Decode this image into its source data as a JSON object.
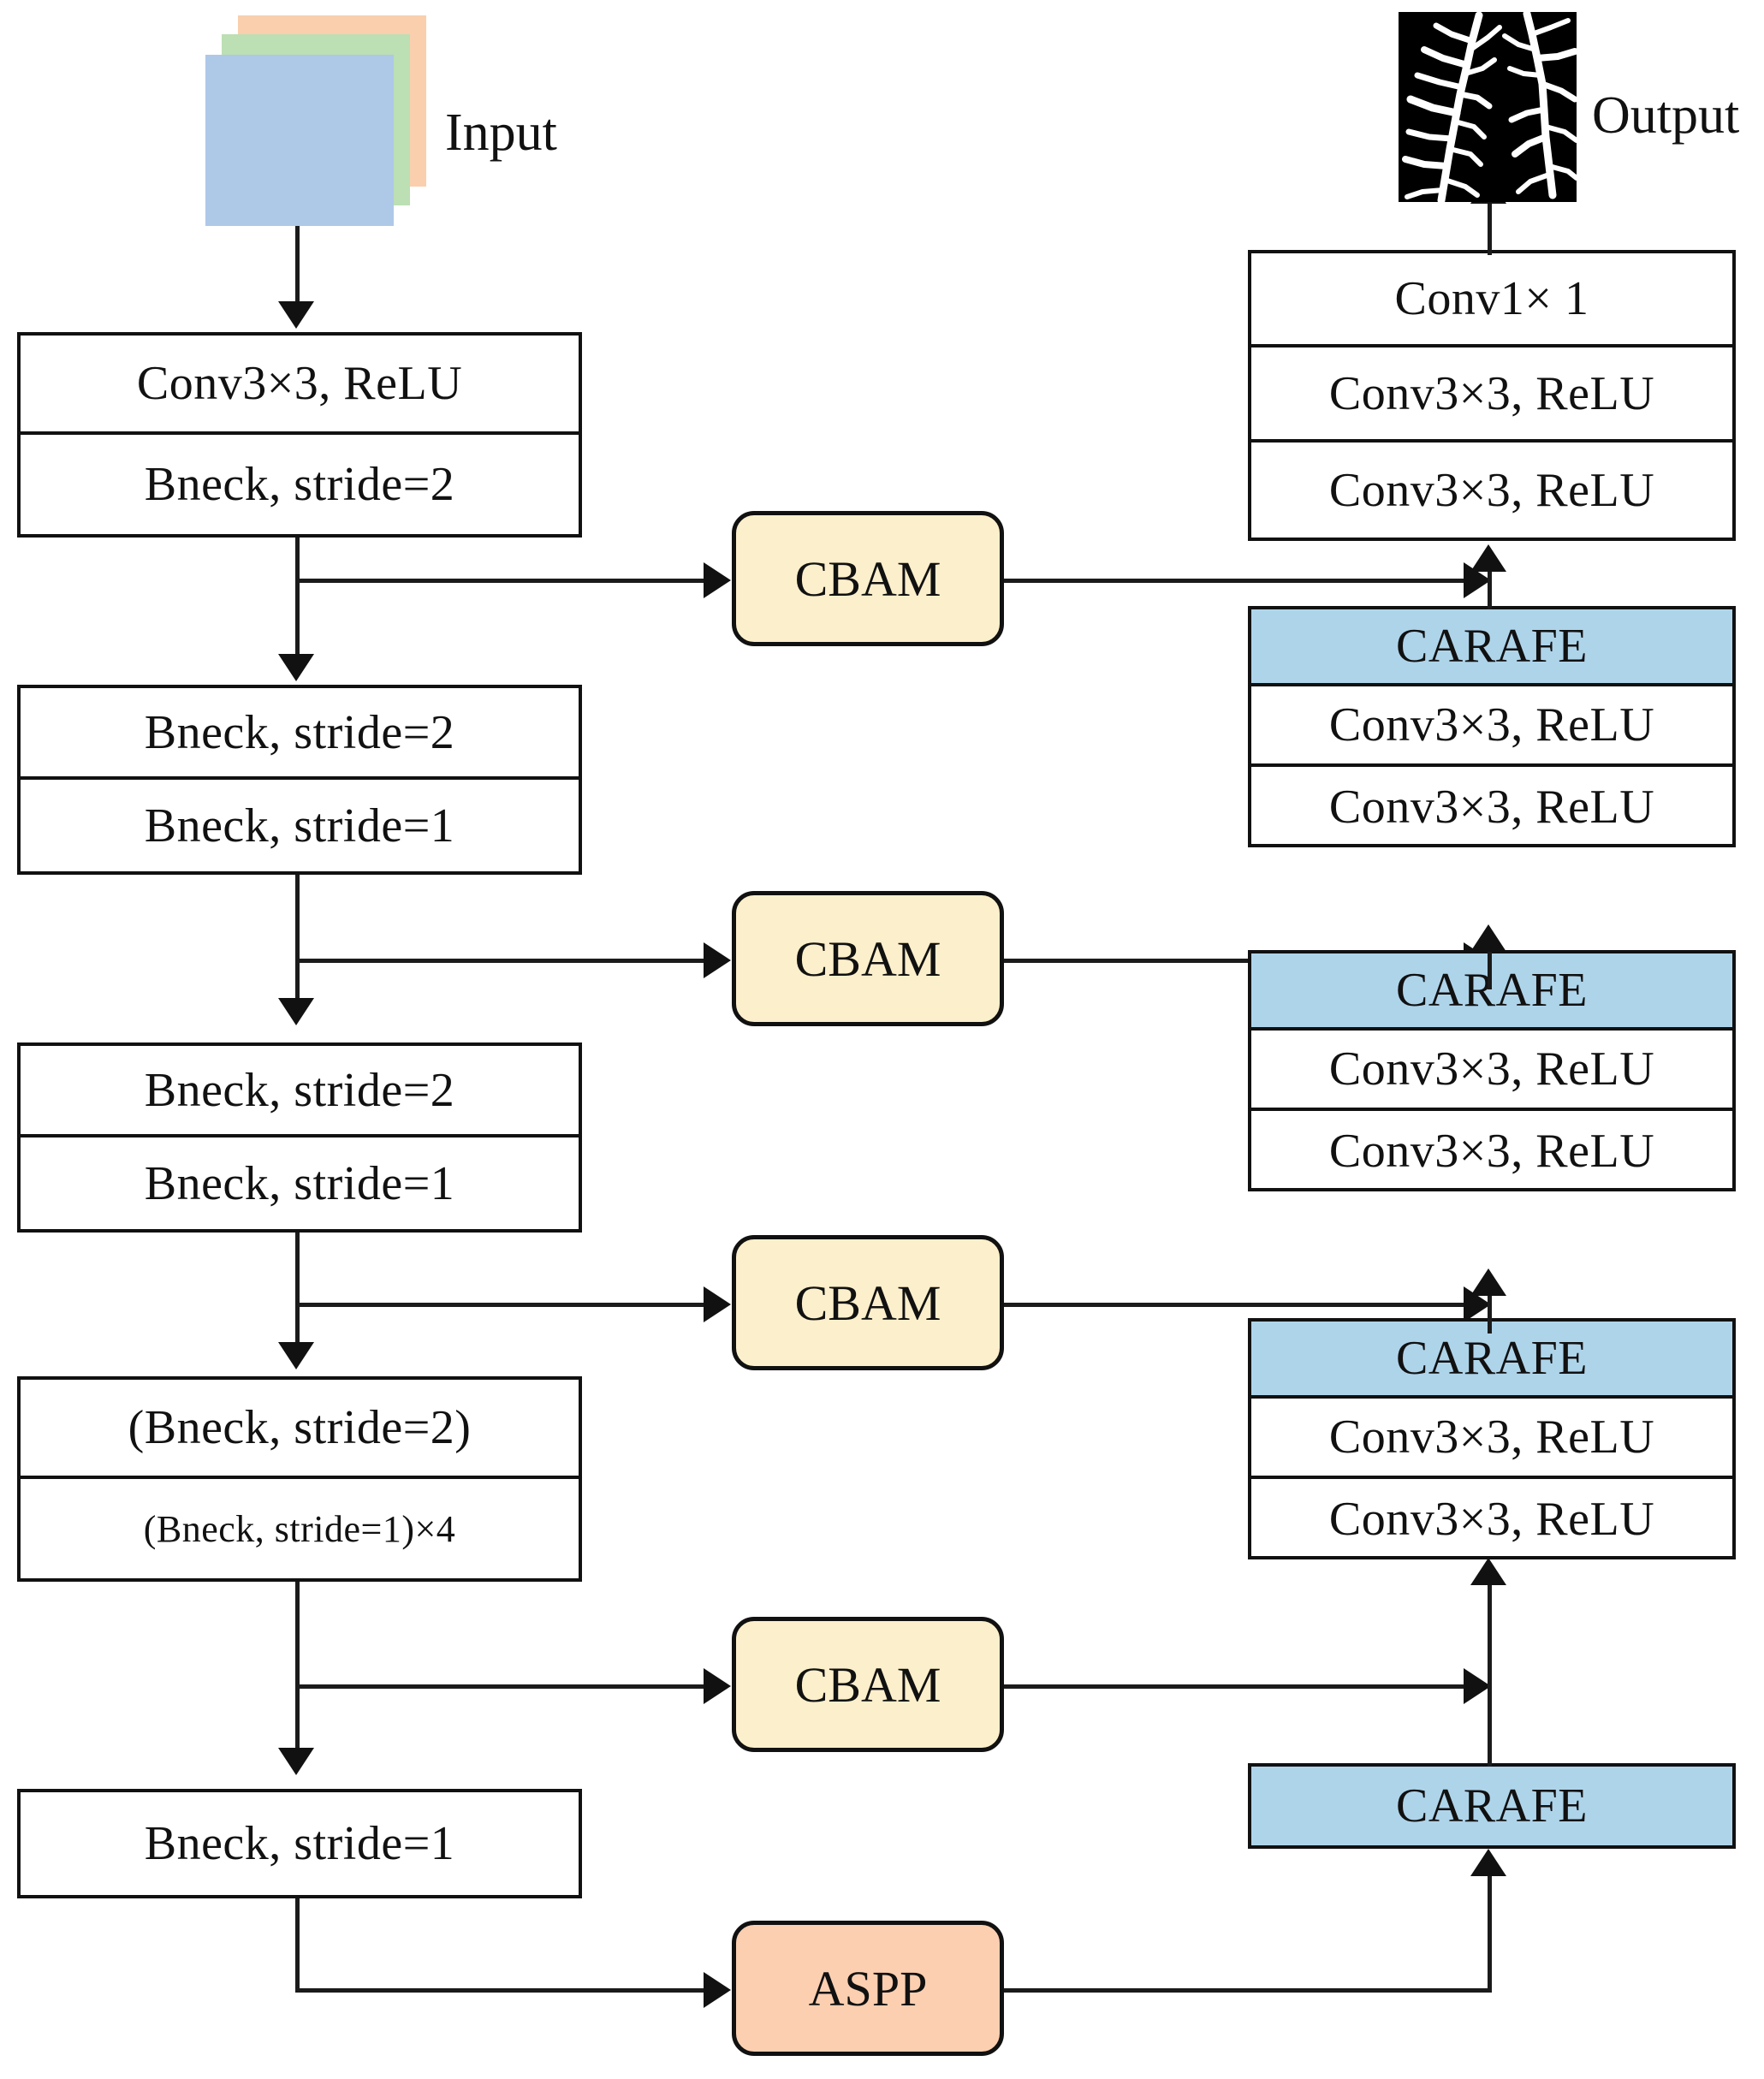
{
  "diagram": {
    "title": "Crack segmentation network architecture",
    "colors": {
      "cbam_fill": "#fcefcb",
      "aspp_fill": "#fccfb0",
      "carafe_fill": "#aed4ea",
      "input_sheet_1": "#facfae",
      "input_sheet_2": "#bcdfb4",
      "input_sheet_3": "#aec8e8",
      "box_border": "#111111",
      "output_bg": "#000000",
      "output_fg": "#ffffff"
    }
  },
  "input": {
    "label": "Input",
    "icon": "image-stack-icon"
  },
  "output": {
    "label": "Output",
    "icon": "crack-mask-icon"
  },
  "encoder": {
    "blocks": [
      {
        "name": "encoder-block-1",
        "rows": [
          "Conv3×3,  ReLU",
          "Bneck,  stride=2"
        ]
      },
      {
        "name": "encoder-block-2",
        "rows": [
          "Bneck,  stride=2",
          "Bneck,  stride=1"
        ]
      },
      {
        "name": "encoder-block-3",
        "rows": [
          "Bneck,  stride=2",
          "Bneck,  stride=1"
        ]
      },
      {
        "name": "encoder-block-4",
        "rows": [
          "(Bneck,  stride=2)",
          "(Bneck, stride=1)×4"
        ]
      },
      {
        "name": "encoder-block-5",
        "rows": [
          "Bneck,  stride=1"
        ]
      }
    ]
  },
  "attention": {
    "modules": [
      {
        "label": "CBAM"
      },
      {
        "label": "CBAM"
      },
      {
        "label": "CBAM"
      },
      {
        "label": "CBAM"
      },
      {
        "label": "ASPP"
      }
    ]
  },
  "decoder": {
    "blocks": [
      {
        "name": "decoder-block-1",
        "rows": [
          "Conv1× 1",
          "Conv3×3,  ReLU",
          "Conv3×3,  ReLU"
        ]
      },
      {
        "name": "decoder-block-2",
        "rows": [
          "CARAFE",
          "Conv3×3,  ReLU",
          "Conv3×3,  ReLU"
        ]
      },
      {
        "name": "decoder-block-3",
        "rows": [
          "CARAFE",
          "Conv3×3,  ReLU",
          "Conv3×3,  ReLU"
        ]
      },
      {
        "name": "decoder-block-4",
        "rows": [
          "CARAFE",
          "Conv3×3,  ReLU",
          "Conv3×3,  ReLU"
        ]
      },
      {
        "name": "decoder-block-5",
        "rows": [
          "CARAFE"
        ]
      }
    ]
  }
}
